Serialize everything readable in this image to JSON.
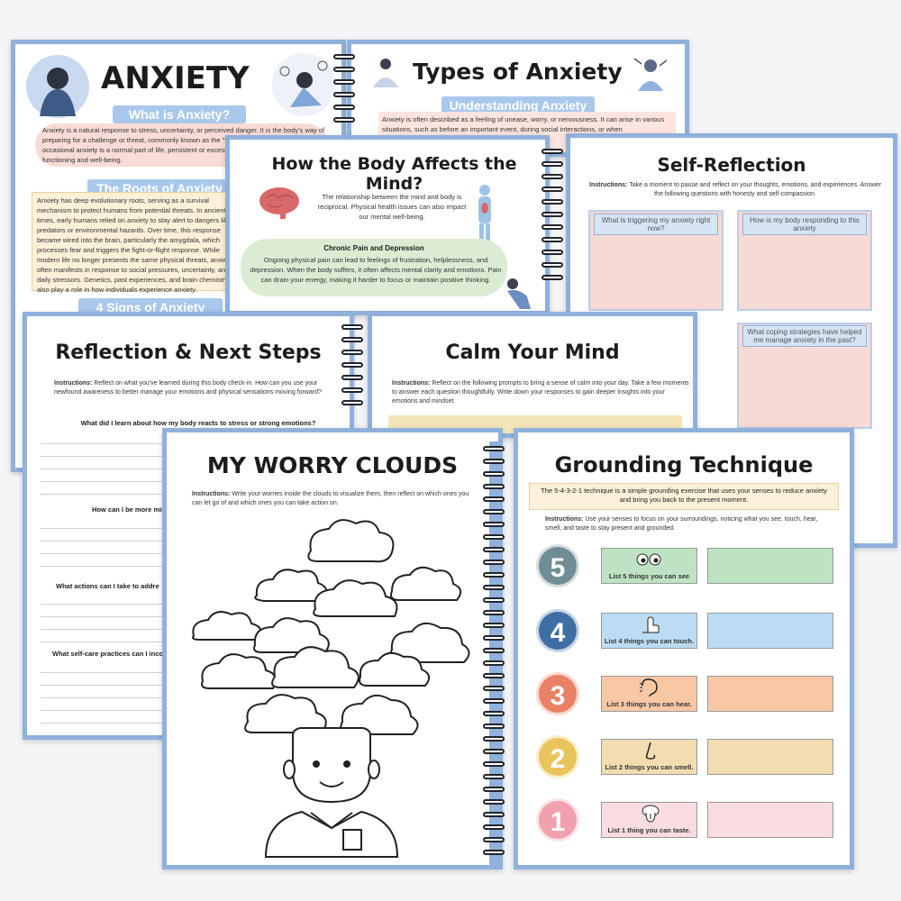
{
  "colors": {
    "frame": "#8fb1dc",
    "band": "#a9c8ec",
    "green": "#dbecd3",
    "pink": "#f8d9d4"
  },
  "anxiety": {
    "title": "ANXIETY",
    "what_heading": "What is Anxiety?",
    "what_text": "Anxiety is a natural response to stress, uncertainty, or perceived danger. It is the body's way of preparing for a challenge or threat, commonly known as the \"fight or flight\" response. While occasional anxiety is a normal part of life, persistent or excessive anxiety can interfere with daily functioning and well-being.",
    "roots_heading": "The Roots of Anxiety",
    "roots_text": "Anxiety has deep evolutionary roots, serving as a survival mechanism to protect humans from potential threats. In ancient times, early humans relied on anxiety to stay alert to dangers like predators or environmental hazards. Over time, this response became wired into the brain, particularly the amygdala, which processes fear and triggers the fight-or-flight response. While modern life no longer presents the same physical threats, anxiety often manifests in response to social pressures, uncertainty, and daily stressors. Genetics, past experiences, and brain chemistry also play a role in how individuals experience anxiety.",
    "signs_heading": "4 Signs of Anxiety"
  },
  "types": {
    "title": "Types of Anxiety",
    "heading": "Understanding Anxiety",
    "text": "Anxiety is often described as a feeling of unease, worry, or nervousness. It can arise in various situations, such as before an important event, during social interactions, or when"
  },
  "body": {
    "title": "How the Body Affects the Mind?",
    "text": "The relationship between the mind and body is reciprocal. Physical health issues can also impact our mental well-being.",
    "chronic_heading": "Chronic Pain and Depression",
    "chronic_text": "Ongoing physical pain can lead to feelings of frustration, helplessness, and depression. When the body suffers, it often affects mental clarity and emotions. Pain can drain your energy, making it harder to focus or maintain positive thinking."
  },
  "self": {
    "title": "Self-Reflection",
    "instructions_label": "Instructions:",
    "instructions": "Take a moment to pause and reflect on your thoughts, emotions, and experiences. Answer the following questions with honesty and self-compassion.",
    "q1": "What is triggering my anxiety right now?",
    "q2": "How is my body responding to this anxiety",
    "q3": "What coping strategies have helped me manage anxiety in the past?"
  },
  "next": {
    "title": "Reflection & Next Steps",
    "instructions_label": "Instructions:",
    "instructions": "Reflect on what you've learned during this body check-in. How can you use your newfound awareness to better manage your emotions and physical sensations moving forward?",
    "q1": "What did I learn about how my body reacts to stress or strong emotions?",
    "q2": "How can I be more mind",
    "q3": "What actions can I take to addre",
    "q4": "What self-care practices can I inco"
  },
  "calm": {
    "title": "Calm Your Mind",
    "instructions_label": "Instructions:",
    "instructions": "Reflect on the following prompts to bring a sense of calm into your day. Take a few moments to answer each question thoughtfully. Write down your responses to gain deeper insights into your emotions and mindset."
  },
  "worry": {
    "title": "MY WORRY CLOUDS",
    "instructions_label": "Instructions:",
    "instructions": "Write your worries inside the clouds to visualize them, then reflect on which ones you can let go of and which ones you can take action on."
  },
  "grounding": {
    "title": "Grounding Technique",
    "intro": "The 5-4-3-2-1 technique is a simple grounding exercise that uses your senses to reduce anxiety and bring you back to the present moment.",
    "instructions_label": "Instructions:",
    "instructions": "Use your senses to focus on your surroundings, noticing what you see, touch, hear, smell, and taste to stay present and grounded.",
    "steps": [
      {
        "number": "5",
        "label": "List 5 things you can see",
        "icon": "eyes-icon",
        "circle": "#6f8d94",
        "color": "#bfe3c2"
      },
      {
        "number": "4",
        "label": "List 4 things you can touch.",
        "icon": "hand-icon",
        "circle": "#3f6ea5",
        "color": "#bcdcf3"
      },
      {
        "number": "3",
        "label": "List 3 things you can hear.",
        "icon": "ear-icon",
        "circle": "#e98167",
        "color": "#f8c8a5"
      },
      {
        "number": "2",
        "label": "List 2 things you can smell.",
        "icon": "nose-icon",
        "circle": "#e9c45b",
        "color": "#f1ddb0"
      },
      {
        "number": "1",
        "label": "List 1 thing you can taste.",
        "icon": "tongue-icon",
        "circle": "#f1a0b0",
        "color": "#f8dcdf"
      }
    ]
  }
}
